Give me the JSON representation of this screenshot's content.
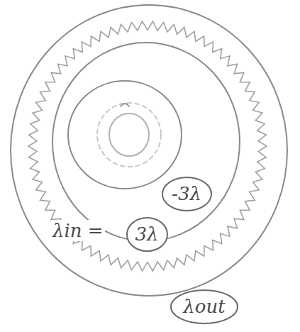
{
  "diagram": {
    "nodes": [
      {
        "text": [
          "-3λ"
        ]
      },
      {
        "text": [
          "3λ"
        ]
      },
      {
        "text": [
          "λout"
        ]
      }
    ],
    "labels": [
      "λin ="
    ]
  }
}
